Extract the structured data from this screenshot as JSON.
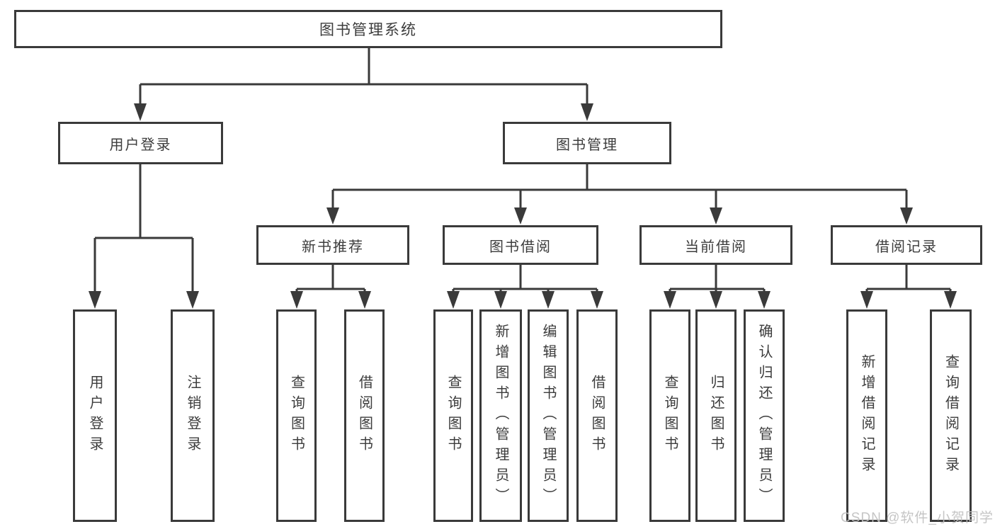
{
  "colors": {
    "line": "#3a3a3a",
    "box_border": "#3a3a3a",
    "box_background": "#ffffff",
    "text": "#3c3c3c",
    "watermark": "#c1c1c1",
    "page_background": "#ffffff"
  },
  "tree": {
    "label": "图书管理系统",
    "children": [
      {
        "label": "用户登录",
        "children": [
          {
            "label": "用户登录"
          },
          {
            "label": "注销登录"
          }
        ]
      },
      {
        "label": "图书管理",
        "children": [
          {
            "label": "新书推荐",
            "children": [
              {
                "label": "查询图书"
              },
              {
                "label": "借阅图书"
              }
            ]
          },
          {
            "label": "图书借阅",
            "children": [
              {
                "label": "查询图书"
              },
              {
                "label": "新增图书（管理员）"
              },
              {
                "label": "编辑图书（管理员）"
              },
              {
                "label": "借阅图书"
              }
            ]
          },
          {
            "label": "当前借阅",
            "children": [
              {
                "label": "查询图书"
              },
              {
                "label": "归还图书"
              },
              {
                "label": "确认归还（管理员）"
              }
            ]
          },
          {
            "label": "借阅记录",
            "children": [
              {
                "label": "新增借阅记录"
              },
              {
                "label": "查询借阅记录"
              }
            ]
          }
        ]
      }
    ]
  },
  "watermark": "CSDN @软件_小贺同学"
}
